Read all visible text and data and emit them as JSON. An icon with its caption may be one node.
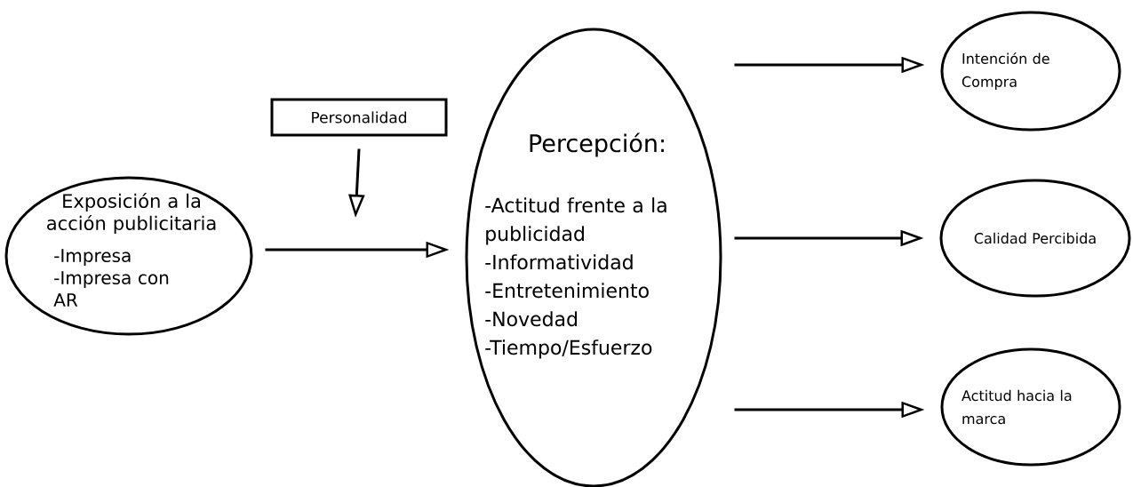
{
  "diagram": {
    "nodes": [
      {
        "text": [
          "Exposición a la acción publicitaria",
          "-Impresa",
          "-Impresa con AR"
        ]
      },
      {
        "text": [
          "Personalidad"
        ]
      },
      {
        "text": [
          "Percepción:",
          "-Actitud frente a la publicidad",
          "-Informatividad",
          "-Entretenimiento",
          "-Novedad",
          "-Tiempo/Esfuerzo"
        ]
      },
      {
        "text": [
          "Intención de Compra"
        ]
      },
      {
        "text": [
          "Calidad Percibida"
        ]
      },
      {
        "text": [
          "Actitud hacia la marca"
        ]
      }
    ],
    "edges": [
      {
        "from": 0,
        "to": 2,
        "arrow": "to"
      },
      {
        "from": 1,
        "to": null,
        "arrow": "to"
      },
      {
        "from": 2,
        "to": 3,
        "arrow": "to"
      },
      {
        "from": 2,
        "to": 4,
        "arrow": "to"
      },
      {
        "from": 2,
        "to": 5,
        "arrow": "to"
      }
    ]
  }
}
